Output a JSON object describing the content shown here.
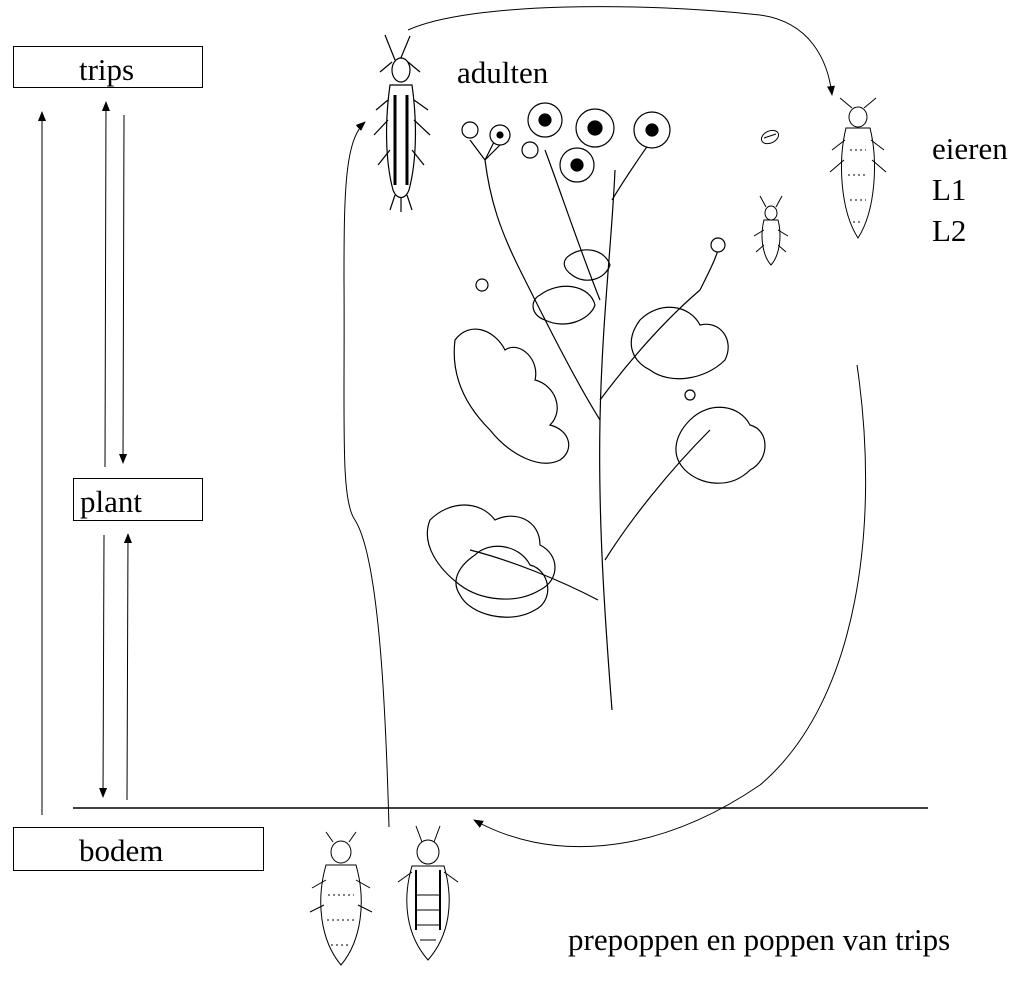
{
  "boxes": {
    "trips": "trips",
    "plant": "plant",
    "bodem": "bodem"
  },
  "stages": {
    "adults": "adulten",
    "eggs": "eieren",
    "l1": "L1",
    "l2": "L2",
    "pupae": "prepoppen en poppen van trips"
  },
  "colors": {
    "ink": "#000000",
    "background": "#ffffff"
  }
}
